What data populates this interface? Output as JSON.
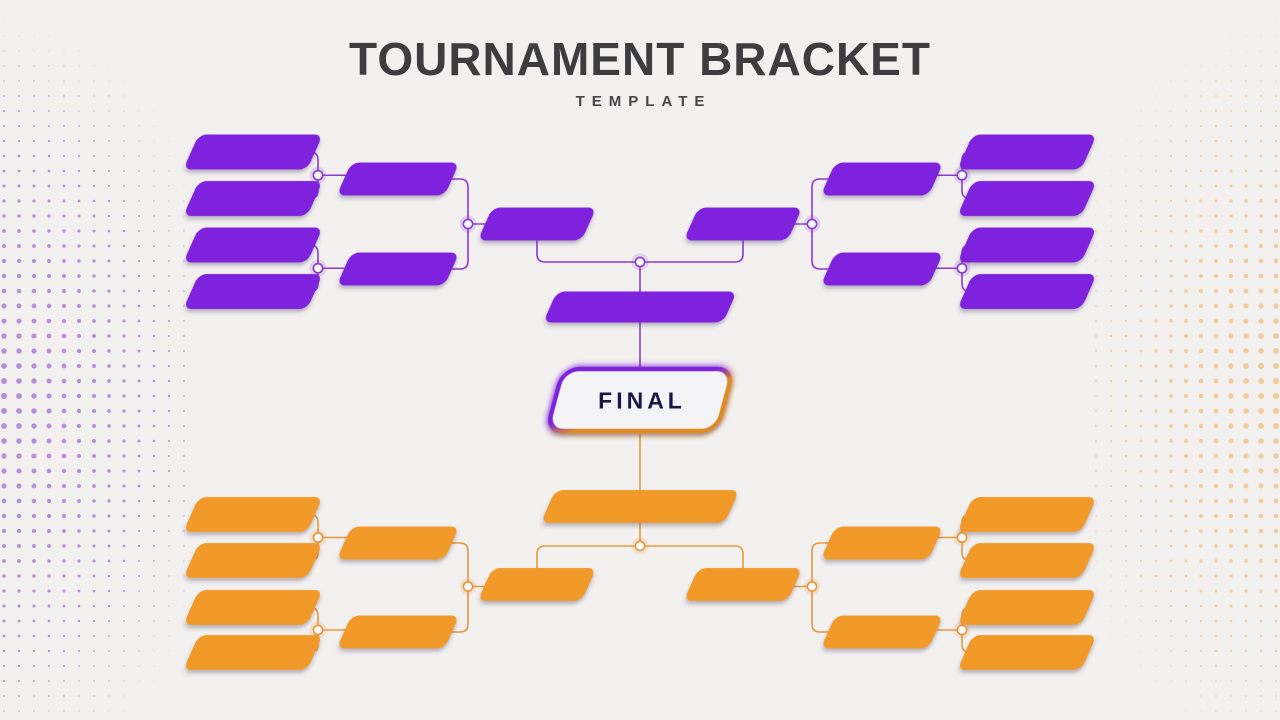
{
  "page": {
    "title": "TOURNAMENT BRACKET",
    "subtitle": "TEMPLATE"
  },
  "final": {
    "label": "FINAL"
  },
  "bracket_structure": {
    "sides": [
      "upper-purple",
      "lower-orange"
    ],
    "quadrants": [
      "top-left",
      "top-right",
      "bottom-left",
      "bottom-right"
    ],
    "slots_per_quadrant": {
      "round1": 4,
      "round2": 2,
      "round3": 1
    },
    "semifinal_slots_per_side": 1,
    "total_first_round_slots": 16
  },
  "colors": {
    "background": "#F2F1EF",
    "title_text": "#3D3C3F",
    "subtitle_text": "#47464A",
    "final_text": "#1A1843",
    "upper_bracket": "#7E22DD",
    "lower_bracket": "#F19A2C",
    "upper_line": "#8A3BD0",
    "lower_line": "#E6973C",
    "final_border_orange": "#DE8B26",
    "final_fill": "#F4F4F6",
    "left_dots": "#AD7FD6",
    "right_dots": "#F2C795"
  }
}
